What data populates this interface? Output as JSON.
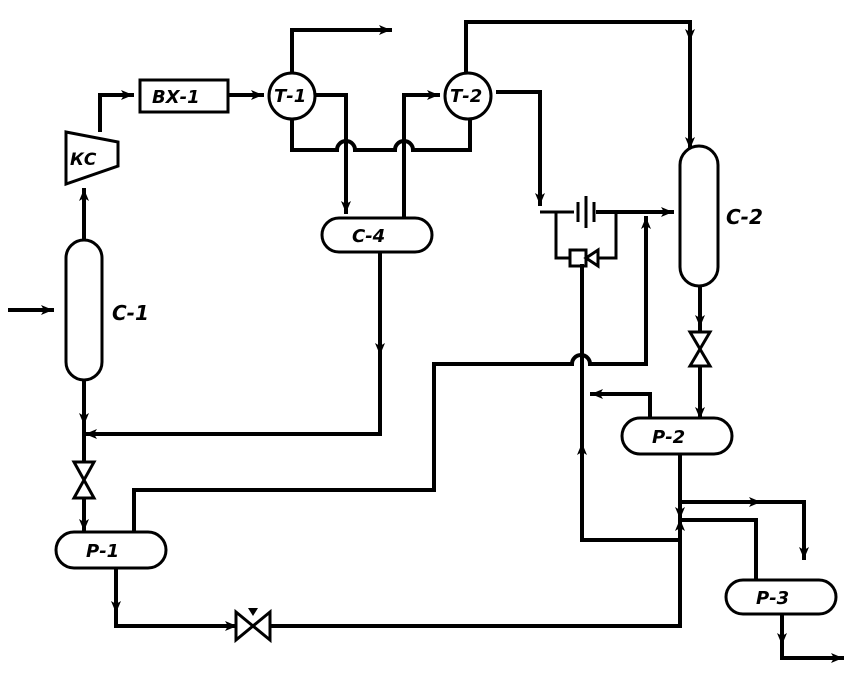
{
  "diagram": {
    "labels": {
      "ks": "КС",
      "vx1": "ВХ-1",
      "t1": "Т-1",
      "t2": "Т-2",
      "c1": "С-1",
      "c2": "С-2",
      "c4": "С-4",
      "p1": "Р-1",
      "p2": "Р-2",
      "p3": "Р-3"
    }
  }
}
